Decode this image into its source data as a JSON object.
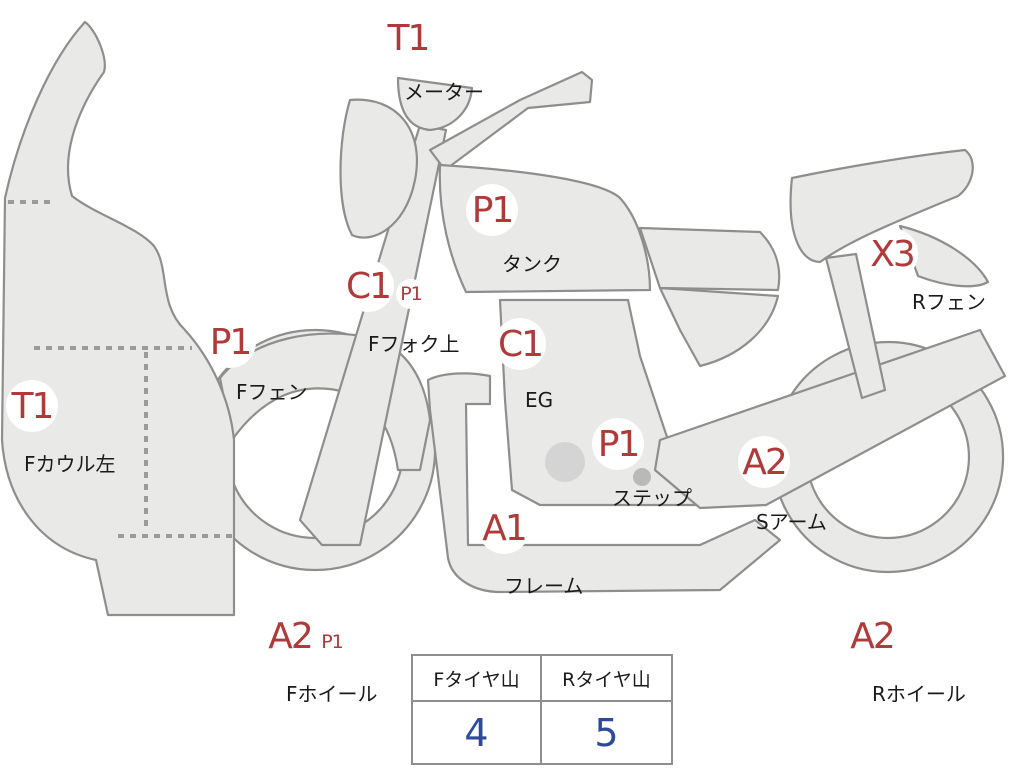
{
  "parts": [
    {
      "id": "meter",
      "grade": "T1",
      "label": "メーター"
    },
    {
      "id": "tank",
      "grade": "P1",
      "label": "タンク"
    },
    {
      "id": "f-fork-upper",
      "grade": "C1",
      "extra": "P1",
      "label": "Fフォク上"
    },
    {
      "id": "f-fender",
      "grade": "P1",
      "label": "Fフェン"
    },
    {
      "id": "f-cowl-left",
      "grade": "T1",
      "label": "Fカウル左"
    },
    {
      "id": "engine",
      "grade": "C1",
      "label": "EG"
    },
    {
      "id": "step",
      "grade": "P1",
      "label": "ステップ"
    },
    {
      "id": "frame",
      "grade": "A1",
      "label": "フレーム"
    },
    {
      "id": "s-arm",
      "grade": "A2",
      "label": "Sアーム"
    },
    {
      "id": "r-fender",
      "grade": "X3",
      "label": "Rフェン"
    },
    {
      "id": "f-wheel",
      "grade": "A2",
      "extra": "P1",
      "label": "Fホイール"
    },
    {
      "id": "r-wheel",
      "grade": "A2",
      "label": "Rホイール"
    }
  ],
  "tread_table": {
    "front_header": "Fタイヤ山",
    "rear_header": "Rタイヤ山",
    "front_value": "4",
    "rear_value": "5"
  },
  "colors": {
    "grade_text": "#b03a3a",
    "value_text": "#2d4a9a",
    "part_fill": "#e9e9e7",
    "part_stroke": "#8e8e8e"
  }
}
